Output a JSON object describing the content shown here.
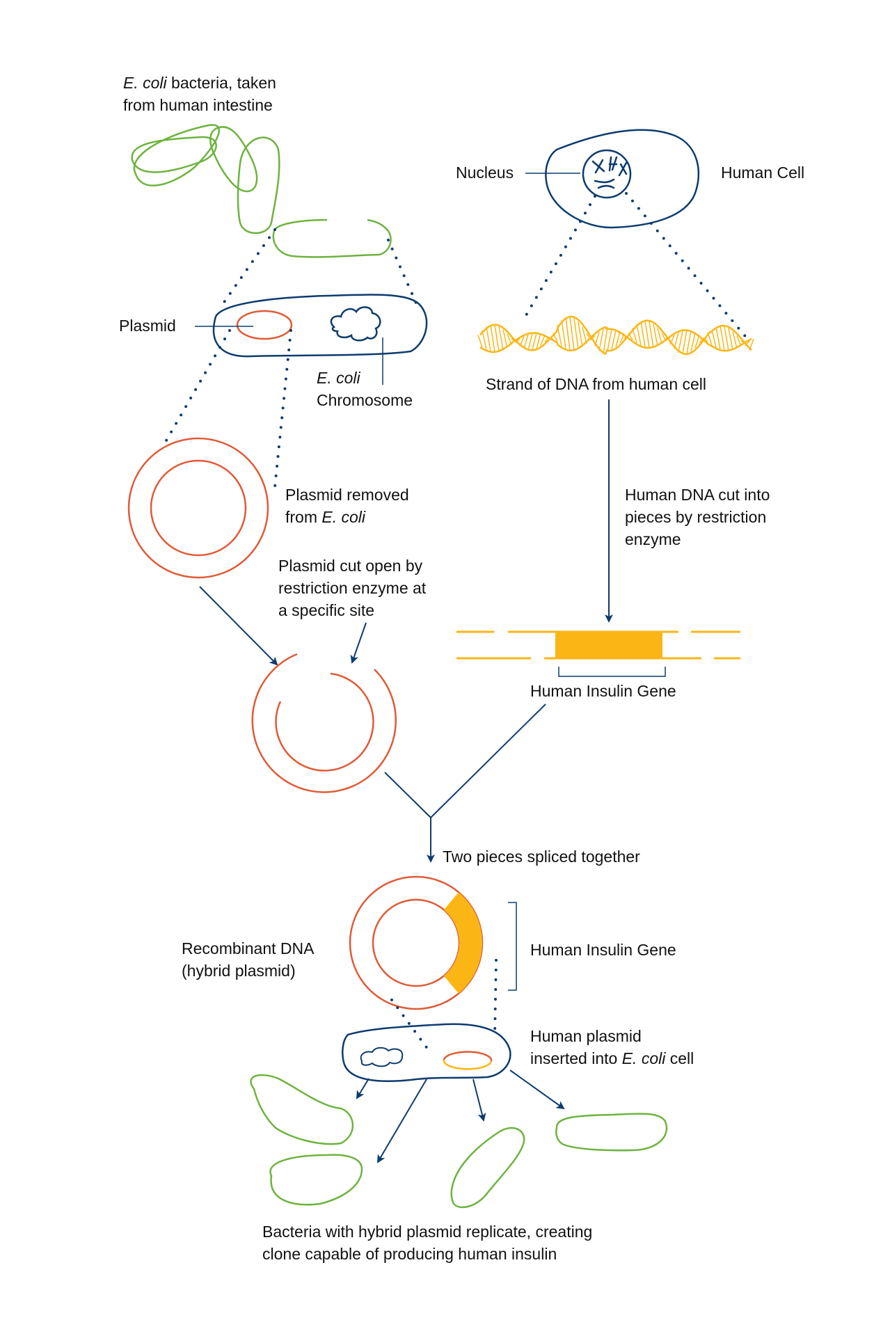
{
  "colors": {
    "navy": "#0d3b6e",
    "green": "#6db33f",
    "red": "#e05a35",
    "gold": "#fbb616",
    "text": "#111111"
  },
  "labels": {
    "ecoli_bacteria": {
      "italic": "E. coli",
      "rest_line1": " bacteria, taken",
      "line2": "from human intestine"
    },
    "nucleus": "Nucleus",
    "human_cell": "Human Cell",
    "plasmid": "Plasmid",
    "ecoli_chromosome": {
      "italic": "E. coli",
      "line2": "Chromosome"
    },
    "dna_strand": "Strand of DNA from human cell",
    "plasmid_removed": {
      "line1": "Plasmid removed",
      "line2_prefix": "from ",
      "line2_italic": "E. coli"
    },
    "human_dna_cut": {
      "line1": "Human DNA cut into",
      "line2": "pieces by restriction",
      "line3": "enzyme"
    },
    "plasmid_cut": {
      "line1": "Plasmid cut open by",
      "line2": "restriction enzyme at",
      "line3": "a specific site"
    },
    "insulin_gene_top": "Human Insulin Gene",
    "spliced": "Two pieces spliced together",
    "recombinant": {
      "line1": "Recombinant DNA",
      "line2": "(hybrid plasmid)"
    },
    "insulin_gene_bottom": "Human Insulin Gene",
    "inserted": {
      "line1": "Human plasmid",
      "line2_prefix": "inserted into ",
      "line2_italic": "E. coli",
      "line2_suffix": " cell"
    },
    "replicate": {
      "line1": "Bacteria with hybrid plasmid replicate, creating",
      "line2": "clone capable of producing human insulin"
    }
  },
  "icons": {
    "bacteria": "green rod-shaped bacterium outline",
    "human_cell": "navy cell outline with nucleus and chromosomes",
    "plasmid": "red ring",
    "dna": "gold double helix",
    "gene": "gold filled segment"
  }
}
